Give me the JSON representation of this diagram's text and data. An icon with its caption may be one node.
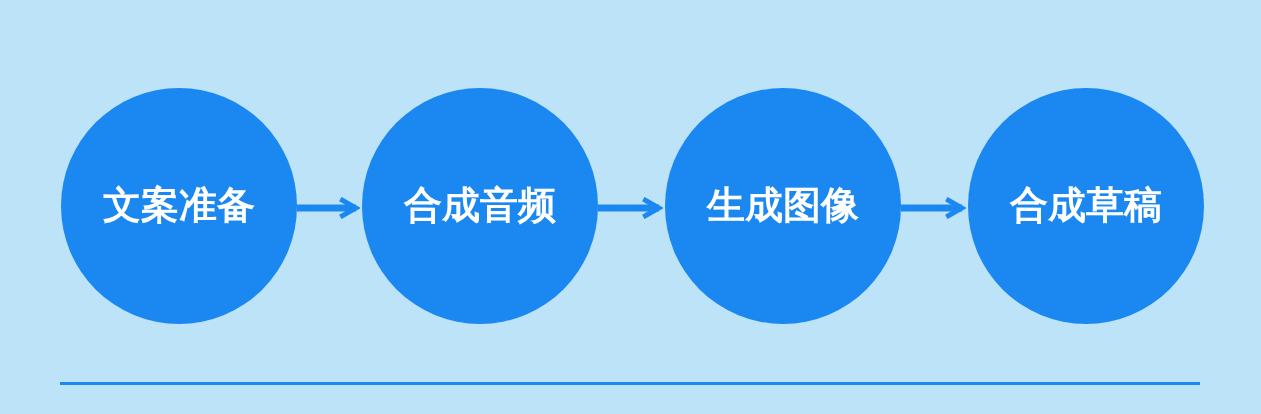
{
  "diagram": {
    "nodes": [
      {
        "text": [
          "文案准备"
        ]
      },
      {
        "text": [
          "合成音频"
        ]
      },
      {
        "text": [
          "生成图像"
        ]
      },
      {
        "text": [
          "合成草稿"
        ]
      }
    ],
    "edges": [
      {
        "from": 0,
        "to": 1,
        "arrow": "to"
      },
      {
        "from": 1,
        "to": 2,
        "arrow": "to"
      },
      {
        "from": 2,
        "to": 3,
        "arrow": "to"
      }
    ]
  }
}
